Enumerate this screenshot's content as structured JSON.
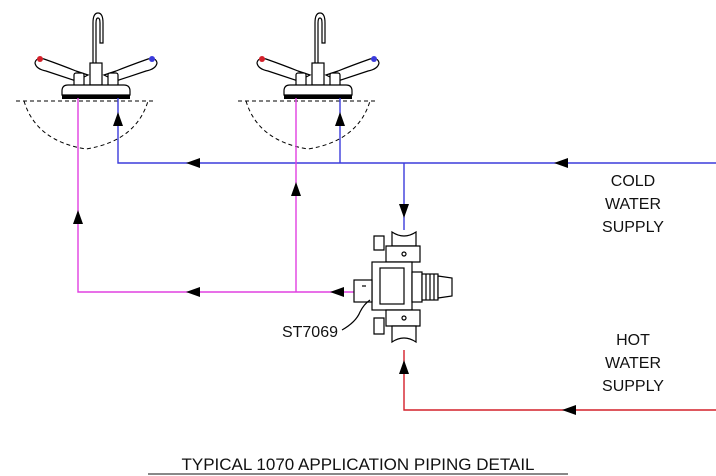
{
  "labels": {
    "cold_supply": [
      "COLD",
      "WATER",
      "SUPPLY"
    ],
    "hot_supply": [
      "HOT",
      "WATER",
      "SUPPLY"
    ],
    "valve": "ST7069",
    "caption": "TYPICAL 1070 APPLICATION PIPING DETAIL"
  },
  "colors": {
    "cold_line": "#3b3bdc",
    "hot_line": "#d4202a",
    "tempered_line": "#e040e0",
    "hot_handle_dot": "#d4202a",
    "cold_handle_dot": "#3b3bdc"
  },
  "icons": {
    "fixture": "lavatory-faucet-icon",
    "valve": "mixing-valve-icon",
    "flow_arrow": "flow-arrow-icon"
  }
}
